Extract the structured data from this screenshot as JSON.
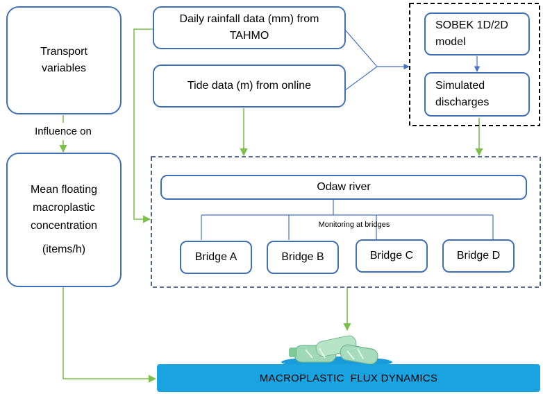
{
  "transport": {
    "label_lines": [
      "Transport",
      "variables"
    ]
  },
  "influence": {
    "label": "Influence on"
  },
  "concentration": {
    "label_lines": [
      "Mean floating",
      "macroplastic",
      "concentration",
      "(items/h)"
    ]
  },
  "rainfall": {
    "label_lines": [
      "Daily rainfall data (mm) from",
      "TAHMO"
    ]
  },
  "tide": {
    "label": "Tide data (m) from online"
  },
  "sobek": {
    "model_lines": [
      "SOBEK 1D/2D",
      "model"
    ],
    "discharge_lines": [
      "Simulated",
      "discharges"
    ]
  },
  "river": {
    "label": "Odaw river",
    "monitoring_label": "Monitoring at bridges",
    "bridges": [
      "Bridge A",
      "Bridge B",
      "Bridge C",
      "Bridge D"
    ]
  },
  "output": {
    "label": "MACROPLASTIC  FLUX DYNAMICS"
  },
  "colors": {
    "box_border": "#3f6fb7",
    "green_arrow": "#7cc04b",
    "blue_arrow": "#4472c4",
    "flux_bar": "#19a3e0"
  }
}
